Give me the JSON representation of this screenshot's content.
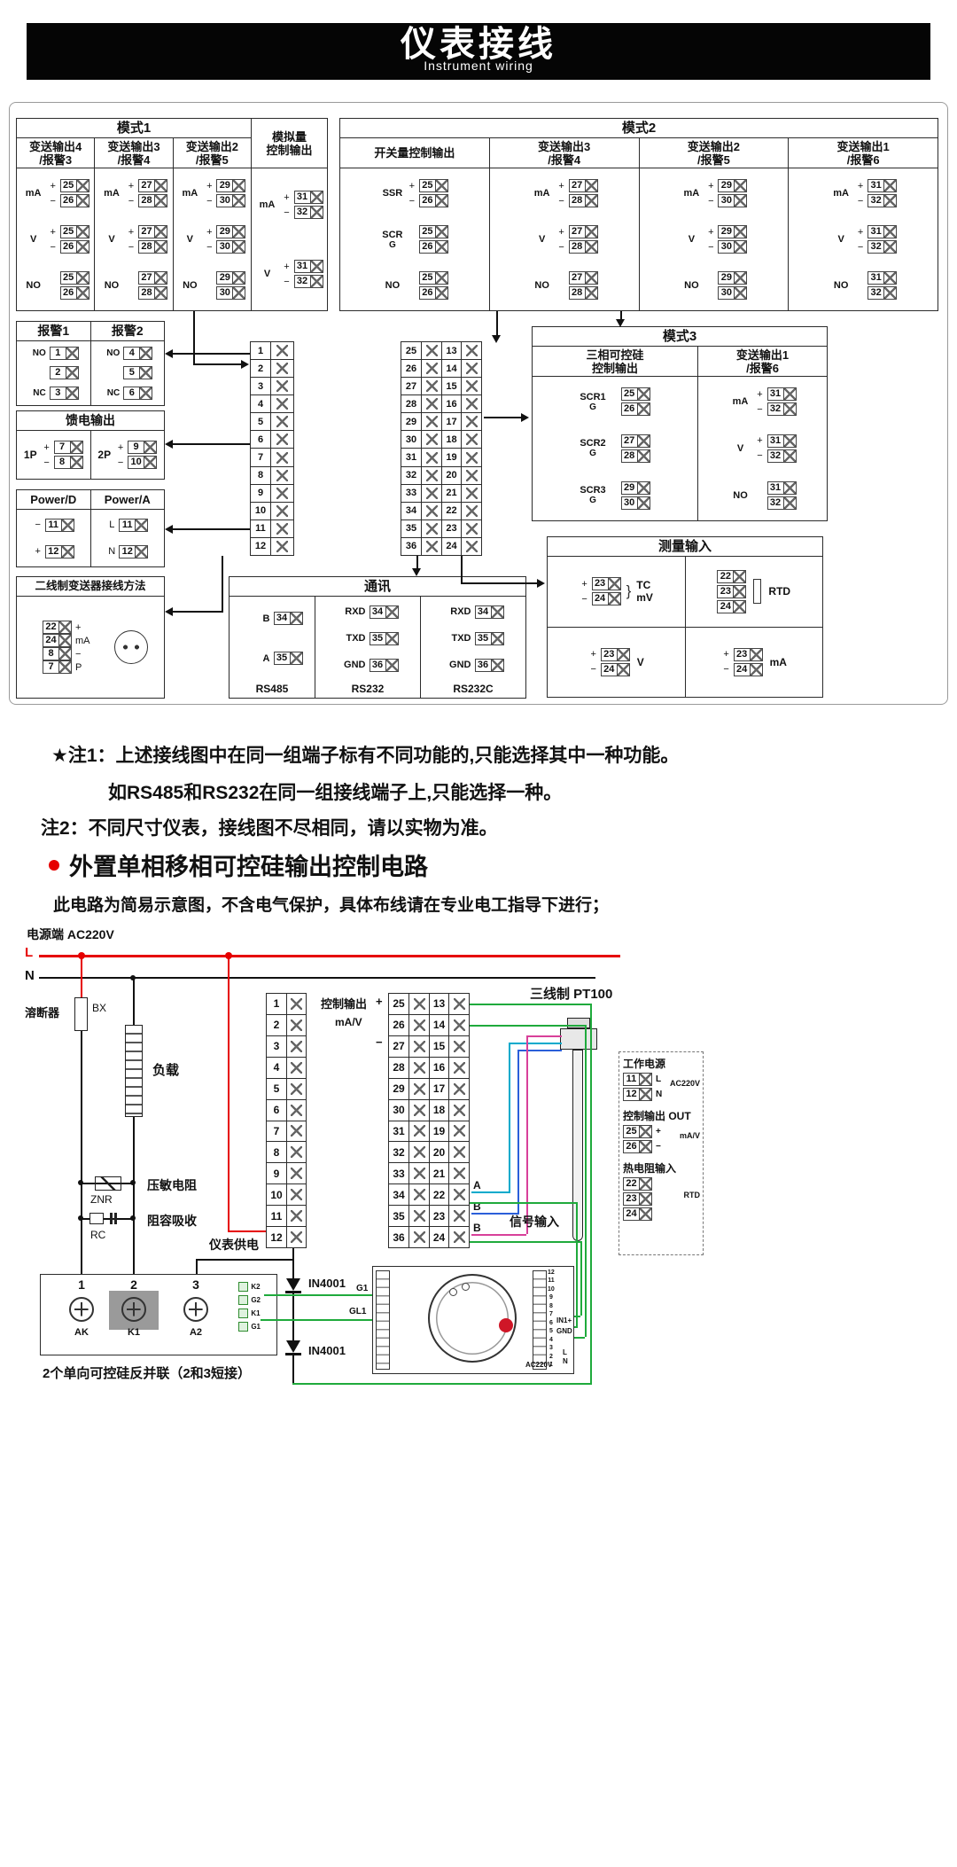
{
  "header": {
    "title": "仪表接线",
    "subtitle": "Instrument wiring"
  },
  "mode1": {
    "title": "模式1",
    "analog": {
      "title_l1": "模拟量",
      "title_l2": "控制输出",
      "rows": [
        {
          "label": "mA",
          "s1": "+",
          "s2": "−",
          "t1": "31",
          "t2": "32"
        },
        {
          "label": "V",
          "s1": "+",
          "s2": "−",
          "t1": "31",
          "t2": "32"
        }
      ]
    },
    "columns": [
      {
        "title_l1": "变送输出4",
        "title_l2": "/报警3",
        "rows": [
          {
            "label": "mA",
            "s1": "+",
            "s2": "−",
            "t1": "25",
            "t2": "26"
          },
          {
            "label": "V",
            "s1": "+",
            "s2": "−",
            "t1": "25",
            "t2": "26"
          },
          {
            "label": "NO",
            "s1": "",
            "s2": "",
            "t1": "25",
            "t2": "26"
          }
        ]
      },
      {
        "title_l1": "变送输出3",
        "title_l2": "/报警4",
        "rows": [
          {
            "label": "mA",
            "s1": "+",
            "s2": "−",
            "t1": "27",
            "t2": "28"
          },
          {
            "label": "V",
            "s1": "+",
            "s2": "−",
            "t1": "27",
            "t2": "28"
          },
          {
            "label": "NO",
            "s1": "",
            "s2": "",
            "t1": "27",
            "t2": "28"
          }
        ]
      },
      {
        "title_l1": "变送输出2",
        "title_l2": "/报警5",
        "rows": [
          {
            "label": "mA",
            "s1": "+",
            "s2": "−",
            "t1": "29",
            "t2": "30"
          },
          {
            "label": "V",
            "s1": "+",
            "s2": "−",
            "t1": "29",
            "t2": "30"
          },
          {
            "label": "NO",
            "s1": "",
            "s2": "",
            "t1": "29",
            "t2": "30"
          }
        ]
      }
    ]
  },
  "mode2": {
    "title": "模式2",
    "columns": [
      {
        "title_l1": "开关量控制输出",
        "title_l2": "",
        "rows": [
          {
            "label": "SSR",
            "s1": "+",
            "s2": "−",
            "t1": "25",
            "t2": "26"
          },
          {
            "label": "SCR",
            "sub": "G",
            "s1": "",
            "s2": "",
            "t1": "25",
            "t2": "26"
          },
          {
            "label": "NO",
            "s1": "",
            "s2": "",
            "t1": "25",
            "t2": "26"
          }
        ]
      },
      {
        "title_l1": "变送输出3",
        "title_l2": "/报警4",
        "rows": [
          {
            "label": "mA",
            "s1": "+",
            "s2": "−",
            "t1": "27",
            "t2": "28"
          },
          {
            "label": "V",
            "s1": "+",
            "s2": "−",
            "t1": "27",
            "t2": "28"
          },
          {
            "label": "NO",
            "s1": "",
            "s2": "",
            "t1": "27",
            "t2": "28"
          }
        ]
      },
      {
        "title_l1": "变送输出2",
        "title_l2": "/报警5",
        "rows": [
          {
            "label": "mA",
            "s1": "+",
            "s2": "−",
            "t1": "29",
            "t2": "30"
          },
          {
            "label": "V",
            "s1": "+",
            "s2": "−",
            "t1": "29",
            "t2": "30"
          },
          {
            "label": "NO",
            "s1": "",
            "s2": "",
            "t1": "29",
            "t2": "30"
          }
        ]
      },
      {
        "title_l1": "变送输出1",
        "title_l2": "/报警6",
        "rows": [
          {
            "label": "mA",
            "s1": "+",
            "s2": "−",
            "t1": "31",
            "t2": "32"
          },
          {
            "label": "V",
            "s1": "+",
            "s2": "−",
            "t1": "31",
            "t2": "32"
          },
          {
            "label": "NO",
            "s1": "",
            "s2": "",
            "t1": "31",
            "t2": "32"
          }
        ]
      }
    ]
  },
  "alarm": {
    "title1": "报警1",
    "title2": "报警2",
    "rows1": [
      {
        "l": "NO",
        "t": "1"
      },
      {
        "l": "",
        "t": "2"
      },
      {
        "l": "NC",
        "t": "3"
      }
    ],
    "rows2": [
      {
        "l": "NO",
        "t": "4"
      },
      {
        "l": "",
        "t": "5"
      },
      {
        "l": "NC",
        "t": "6"
      }
    ]
  },
  "feed": {
    "title": "馈电输出",
    "groups": [
      {
        "label": "1P",
        "rows": [
          {
            "s": "+",
            "t": "7"
          },
          {
            "s": "−",
            "t": "8"
          }
        ]
      },
      {
        "label": "2P",
        "rows": [
          {
            "s": "+",
            "t": "9"
          },
          {
            "s": "−",
            "t": "10"
          }
        ]
      }
    ]
  },
  "power": {
    "title1": "Power/D",
    "title2": "Power/A",
    "rows1": [
      {
        "s": "−",
        "t": "11"
      },
      {
        "s": "+",
        "t": "12"
      }
    ],
    "rows2": [
      {
        "s": "L",
        "t": "11"
      },
      {
        "s": "N",
        "t": "12"
      }
    ]
  },
  "twowire": {
    "title": "二线制变送器接线方法",
    "rows": [
      {
        "t": "22",
        "s": "+"
      },
      {
        "t": "24",
        "s": "mA"
      },
      {
        "t": "8",
        "s": "−"
      },
      {
        "t": "7",
        "s": "P"
      }
    ]
  },
  "strips": {
    "left": [
      "1",
      "2",
      "3",
      "4",
      "5",
      "6",
      "7",
      "8",
      "9",
      "10",
      "11",
      "12"
    ],
    "right": [
      {
        "a": "25",
        "b": "13"
      },
      {
        "a": "26",
        "b": "14"
      },
      {
        "a": "27",
        "b": "15"
      },
      {
        "a": "28",
        "b": "16"
      },
      {
        "a": "29",
        "b": "17"
      },
      {
        "a": "30",
        "b": "18"
      },
      {
        "a": "31",
        "b": "19"
      },
      {
        "a": "32",
        "b": "20"
      },
      {
        "a": "33",
        "b": "21"
      },
      {
        "a": "34",
        "b": "22"
      },
      {
        "a": "35",
        "b": "23"
      },
      {
        "a": "36",
        "b": "24"
      }
    ]
  },
  "mode3": {
    "title": "模式3",
    "col1": {
      "title_l1": "三相可控硅",
      "title_l2": "控制输出",
      "rows": [
        {
          "label": "SCR1",
          "sub": "G",
          "t1": "25",
          "t2": "26"
        },
        {
          "label": "SCR2",
          "sub": "G",
          "t1": "27",
          "t2": "28"
        },
        {
          "label": "SCR3",
          "sub": "G",
          "t1": "29",
          "t2": "30"
        }
      ]
    },
    "col2": {
      "title_l1": "变送输出1",
      "title_l2": "/报警6",
      "rows": [
        {
          "label": "mA",
          "s1": "+",
          "s2": "−",
          "t1": "31",
          "t2": "32"
        },
        {
          "label": "V",
          "s1": "+",
          "s2": "−",
          "t1": "31",
          "t2": "32"
        },
        {
          "label": "NO",
          "s1": "",
          "s2": "",
          "t1": "31",
          "t2": "32"
        }
      ]
    }
  },
  "measure": {
    "title": "测量输入",
    "tc": {
      "rows": [
        {
          "s": "+",
          "t": "23"
        },
        {
          "s": "−",
          "t": "24"
        }
      ],
      "label1": "TC",
      "label2": "mV"
    },
    "rtd": {
      "rows": [
        {
          "s": "",
          "t": "22"
        },
        {
          "s": "",
          "t": "23"
        },
        {
          "s": "",
          "t": "24"
        }
      ],
      "label": "RTD"
    },
    "v": {
      "rows": [
        {
          "s": "+",
          "t": "23"
        },
        {
          "s": "−",
          "t": "24"
        }
      ],
      "label": "V"
    },
    "ma": {
      "rows": [
        {
          "s": "+",
          "t": "23"
        },
        {
          "s": "−",
          "t": "24"
        }
      ],
      "label": "mA"
    }
  },
  "comm": {
    "title": "通讯",
    "rs485": {
      "rows": [
        {
          "l": "B",
          "t": "34"
        },
        {
          "l": "A",
          "t": "35"
        }
      ],
      "name": "RS485"
    },
    "rs232": {
      "rows": [
        {
          "l": "RXD",
          "t": "34"
        },
        {
          "l": "TXD",
          "t": "35"
        },
        {
          "l": "GND",
          "t": "36"
        }
      ],
      "name": "RS232"
    },
    "rs232c": {
      "rows": [
        {
          "l": "RXD",
          "t": "34"
        },
        {
          "l": "TXD",
          "t": "35"
        },
        {
          "l": "GND",
          "t": "36"
        }
      ],
      "name": "RS232C"
    }
  },
  "notes": {
    "n1a": "★注1：上述接线图中在同一组端子标有不同功能的,只能选择其中一种功能。",
    "n1b": "如RS485和RS232在同一组接线端子上,只能选择一种。",
    "n2": "注2：不同尺寸仪表，接线图不尽相同，请以实物为准。"
  },
  "section": {
    "bullet_color": "#e60000",
    "title": "外置单相移相可控硅输出控制电路",
    "subtitle": "此电路为简易示意图，不含电气保护，具体布线请在专业电工指导下进行；"
  },
  "circuit": {
    "power_label": "电源端  AC220V",
    "l": "L",
    "n": "N",
    "fuse_label": "溶断器",
    "fuse_code": "BX",
    "load_label": "负载",
    "znr_label": "压敏电阻",
    "znr_code": "ZNR",
    "rc_label": "阻容吸收",
    "rc_code": "RC",
    "supply_label": "仪表供电",
    "ctrl_label": "控制输出",
    "plus": "+",
    "minus": "−",
    "mav": "mA/V",
    "wire_marks": [
      "A",
      "B",
      "B"
    ],
    "pt100_label": "三线制 PT100",
    "signal_label": "信号输入",
    "diode_label": "IN4001",
    "panel": {
      "work": {
        "title": "工作电源",
        "rows": [
          {
            "t": "11",
            "s": "L"
          },
          {
            "t": "12",
            "s": "N"
          }
        ],
        "side": "AC220V"
      },
      "out": {
        "title": "控制输出 OUT",
        "rows": [
          {
            "t": "25",
            "s": "+"
          },
          {
            "t": "26",
            "s": "−"
          }
        ],
        "side": "mA/V"
      },
      "rtd": {
        "title": "热电阻输入",
        "rows": [
          {
            "t": "22",
            "s": ""
          },
          {
            "t": "23",
            "s": ""
          },
          {
            "t": "24",
            "s": ""
          }
        ],
        "side": "RTD"
      }
    },
    "scr": {
      "terms": [
        {
          "n": "1",
          "lab": "AK"
        },
        {
          "n": "2",
          "lab": "K1"
        },
        {
          "n": "3",
          "lab": "A2"
        }
      ],
      "minis": [
        "K2",
        "G2",
        "K1",
        "G1"
      ],
      "g1": "G1",
      "gl1": "GL1",
      "caption": "2个单向可控硅反并联（2和3短接）"
    },
    "meter": {
      "numbers": [
        "12",
        "11",
        "10",
        "9",
        "8",
        "7",
        "6",
        "5",
        "4",
        "3",
        "2",
        "1"
      ],
      "in1": "IN1+",
      "gnd": "GND",
      "ac": "AC220V",
      "l": "L",
      "n": "N"
    },
    "colors": {
      "line_l": "#e60000",
      "line_n": "#111111",
      "ctrl": "#1faa3c",
      "pt_a": "#00aacc",
      "pt_b": "#2b5fd9",
      "pt_c": "#d8409a"
    }
  }
}
